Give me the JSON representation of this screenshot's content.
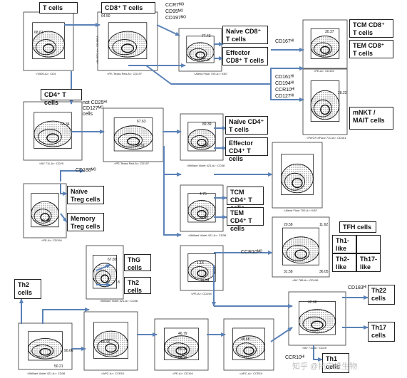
{
  "labels": {
    "t_cells": "T cells",
    "cd8": "CD8⁺ T cells",
    "naive_cd8": "Naïve CD8⁺ T cells",
    "effector_cd8": "Effector CD8⁺ T cells",
    "tcm_cd8": "TCM CD8⁺ T cells",
    "tem_cd8": "TEM CD8⁺ T cells",
    "mnkt": "mNKT / MAIT cells",
    "cd4": "CD4⁺ T cells",
    "naive_cd4": "Naïve CD4⁺ T cells",
    "effector_cd4": "Effector CD4⁺ T cells",
    "tcm_cd4": "TCM CD4⁺ T cells",
    "tem_cd4": "TEM CD4⁺ T cells",
    "naive_treg": "Naïve Treg cells",
    "memory_treg": "Memory Treg cells",
    "tfh": "TFH cells",
    "th1like": "Th1-like",
    "th2like": "Th2-like",
    "th17like": "Th17-like",
    "thg": "ThG cells",
    "th2_small": "Th2 cells",
    "th2_big": "Th2 cells",
    "th22": "Th22 cells",
    "th17": "Th17 cells",
    "th1": "Th1 cells"
  },
  "annotations": {
    "ccr7_cd95_cd197": "CCR7ᴹᴼ\nCD95ᴹᴼ\nCD197ᴹᴼ",
    "cd167": "CD167ᴴᴵ",
    "cd161_group": "CD161ᴴᴵ\nCD194ᴴᴵ\nCCR10ᴴᴵ\nCD127ᴴᴵ",
    "not_cd25": "not CD25ᴴᴵ\nCD127ᴹᴼ\ncells",
    "cd188": "CD188ᴹᴼ",
    "ccr10": "CCR10ᴹᴼ",
    "cd183": "CD183ᴴᴵ",
    "ccr10_bottom": "CCR10ᴴᴵ"
  },
  "gate_numbers": {
    "p1": "68.61",
    "p2": "64.50",
    "p3": "77.43",
    "p4": "22.57",
    "p5": "30.37",
    "p6": "28.22",
    "p7": "67.63",
    "p8": "63.34",
    "p9": "30.32",
    "p10": "89.39",
    "p11": "6.60",
    "p12": "20.58",
    "p13": "11.62",
    "p14": "31.58",
    "p15": "36.05",
    "p16": "4.75",
    "p17": "51.27",
    "p18": "56.96",
    "p19": "67.89",
    "p20": "2.18",
    "p21": "1.14",
    "p22": "79.54",
    "p23": "90.66",
    "p24": "50.21",
    "p25": "65.96",
    "p26": "56.20",
    "p27": "46.79",
    "p28": "54.20",
    "p29": "48.66",
    "p30": "42.68"
  },
  "axes": {
    "a1": "<V500-A>: CD4",
    "a2": "<BV 570-A>: CD45RA",
    "a3": "<PE-Texas Red-A>: CD197",
    "a4": "<Alexa Fluor 700-A>: Ki67",
    "a5": "<PE-A>: CD194",
    "a6": "<PerCP-eFluor 710-A>: CD161",
    "a7": "<BV 711-A>: CD25",
    "a8": "<Brilliant Violet 421-A>: CD38",
    "a9": "<APC-A>: CCR10",
    "a10": "<BV 785-A>: CD196",
    "a11": "<PE-A>: CD194"
  },
  "watermark": "知乎 @抗宁维生物"
}
